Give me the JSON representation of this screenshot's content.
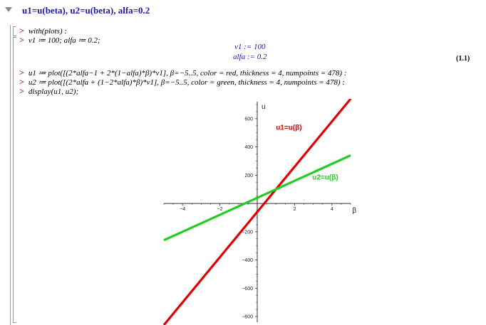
{
  "section": {
    "title": "u1=u(beta), u2=u(beta), alfa=0.2"
  },
  "code": {
    "prompt": ">",
    "lines": [
      "with(plots) :",
      "v1 ≔ 100; alfa ≔ 0.2;",
      "u1 ≔ plot([(2*alfa−1 + 2*(1−alfa)*β)*v1], β=−5..5, color = red, thickness = 4, numpoints = 478) :",
      "u2 ≔ plot([(2*alfa + (1−2*alfa)*β)*v1], β=−5..5, color = green, thickness = 4, numpoints = 478) :",
      "display(u1, u2);"
    ]
  },
  "outputs": {
    "v1": "v1 := 100",
    "alfa": "alfa := 0.2",
    "eq_label": "(1.1)"
  },
  "chart_data": {
    "type": "line",
    "xlabel": "β",
    "ylabel": "u",
    "xlim": [
      -5,
      5
    ],
    "ylim": [
      -840,
      720
    ],
    "xticks": [
      -4,
      -2,
      2,
      4
    ],
    "yticks": [
      600,
      400,
      200,
      -200,
      -400,
      -600,
      -800
    ],
    "series": [
      {
        "name": "u1=u(β)",
        "color": "#e00000",
        "x": [
          -5,
          5
        ],
        "y": [
          -860,
          740
        ]
      },
      {
        "name": "u2=u(β)",
        "color": "#22cc22",
        "x": [
          -5,
          5
        ],
        "y": [
          -260,
          340
        ]
      }
    ]
  }
}
